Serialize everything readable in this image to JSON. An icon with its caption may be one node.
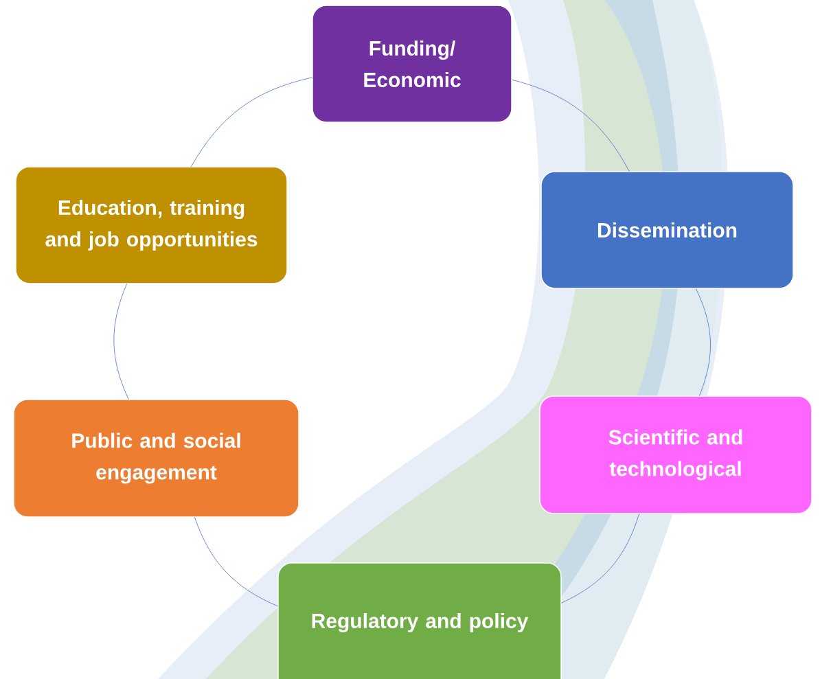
{
  "diagram": {
    "nodes": [
      {
        "text": [
          "Funding/ Economic"
        ]
      },
      {
        "text": [
          "Dissemination"
        ]
      },
      {
        "text": [
          "Scientific and technological"
        ]
      },
      {
        "text": [
          "Regulatory and policy"
        ]
      },
      {
        "text": [
          "Public and social engagement"
        ]
      },
      {
        "text": [
          "Education, training and job opportunities"
        ]
      }
    ],
    "edges": [
      {
        "from": 0,
        "to": 1,
        "arrow": "none"
      },
      {
        "from": 1,
        "to": 2,
        "arrow": "none"
      },
      {
        "from": 2,
        "to": 3,
        "arrow": "none"
      },
      {
        "from": 3,
        "to": 4,
        "arrow": "none"
      },
      {
        "from": 4,
        "to": 5,
        "arrow": "none"
      },
      {
        "from": 5,
        "to": 0,
        "arrow": "none"
      }
    ]
  }
}
